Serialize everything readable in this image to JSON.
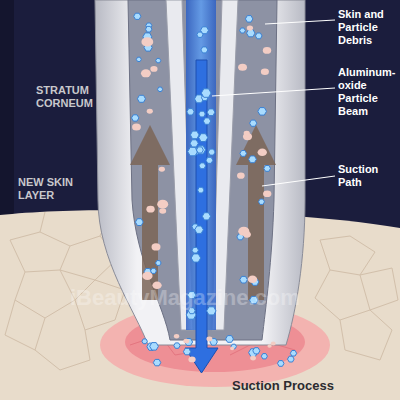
{
  "diagram": {
    "caption": "Suction Process",
    "labels": [
      "Skin and Particle Debris",
      "Aluminum-oxide Particle Beam",
      "Suction Path",
      "STRATUM CORNEUM",
      "NEW SKIN LAYER",
      "iBeautyMagazine.com"
    ]
  }
}
